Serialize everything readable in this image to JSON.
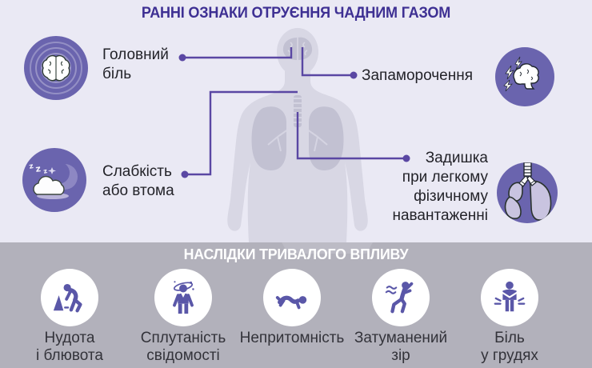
{
  "palette": {
    "top_background": "#eae9f4",
    "bottom_background": "#b2b1bb",
    "icon_circle_purple": "#6a64ae",
    "connector_purple": "#5a47a3",
    "title_purple": "#3e3093",
    "pictogram_purple": "#5a57a8",
    "body_silhouette_gray": "#d8d7e4",
    "organ_gray": "#c2c1d2",
    "label_dark": "#232329",
    "bottom_title_white": "#ffffff"
  },
  "early_signs": {
    "title": "РАННІ ОЗНАКИ ОТРУЄННЯ ЧАДНИМ ГАЗОМ",
    "items": [
      {
        "id": "headache",
        "icon": "brain-rings-icon",
        "lines": [
          "Головний",
          "біль"
        ]
      },
      {
        "id": "dizziness",
        "icon": "brain-lightning-icon",
        "lines": [
          "Запаморочення"
        ]
      },
      {
        "id": "weakness-or-fatigue",
        "icon": "sleep-cloud-icon",
        "lines": [
          "Слабкість",
          "або втома"
        ]
      },
      {
        "id": "shortness-of-breath",
        "icon": "lungs-icon",
        "lines": [
          "Задишка",
          "при легкому",
          "фізичному",
          "навантаженні"
        ]
      }
    ]
  },
  "long_term_effects": {
    "title": "НАСЛІДКИ ТРИВАЛОГО ВПЛИВУ",
    "items": [
      {
        "id": "nausea-and-vomiting",
        "icon": "vomiting-person-icon",
        "lines": [
          "Нудота",
          "і блювота"
        ]
      },
      {
        "id": "confusion",
        "icon": "confused-person-icon",
        "lines": [
          "Сплутаність",
          "свідомості"
        ]
      },
      {
        "id": "unconsciousness",
        "icon": "collapsed-person-icon",
        "lines": [
          "Непритомність"
        ]
      },
      {
        "id": "blurred-vision",
        "icon": "staggering-person-icon",
        "lines": [
          "Затуманений",
          "зір"
        ]
      },
      {
        "id": "chest-pain",
        "icon": "chest-pain-person-icon",
        "lines": [
          "Біль",
          "у грудях"
        ]
      }
    ]
  }
}
